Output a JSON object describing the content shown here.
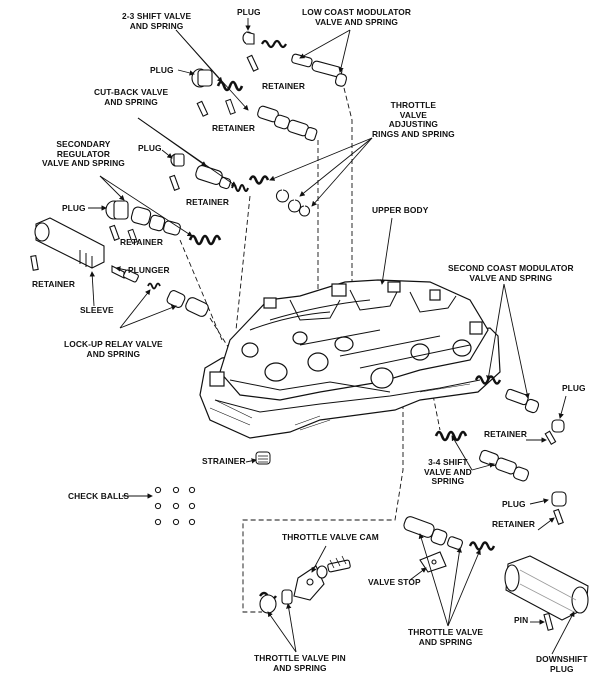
{
  "labels": {
    "shift_23": "2-3 SHIFT VALVE\nAND SPRING",
    "plug_top": "PLUG",
    "low_coast": "LOW COAST MODULATOR\nVALVE AND SPRING",
    "plug_left": "PLUG",
    "retainer_top": "RETAINER",
    "retainer_mid": "RETAINER",
    "cutback": "CUT-BACK VALVE\nAND SPRING",
    "throttle_adj": "THROTTLE\nVALVE\nADJUSTING\nRINGS AND SPRING",
    "secondary": "SECONDARY\nREGULATOR\nVALVE AND SPRING",
    "plug_cut": "PLUG",
    "retainer_cut": "RETAINER",
    "upper_body": "UPPER BODY",
    "plug_sec": "PLUG",
    "retainer_sec": "RETAINER",
    "plunger": "PLUNGER",
    "retainer_far": "RETAINER",
    "sleeve": "SLEEVE",
    "lockup": "LOCK-UP RELAY VALVE\nAND SPRING",
    "second_coast": "SECOND COAST MODULATOR\nVALVE AND SPRING",
    "plug_right": "PLUG",
    "retainer_right": "RETAINER",
    "shift_34": "3-4 SHIFT\nVALVE AND\nSPRING",
    "plug_34": "PLUG",
    "retainer_34": "RETAINER",
    "strainer": "STRAINER",
    "check_balls": "CHECK BALLS",
    "tv_cam": "THROTTLE VALVE CAM",
    "valve_stop": "VALVE STOP",
    "pin": "PIN",
    "downshift": "DOWNSHIFT\nPLUG",
    "throttle_valve": "THROTTLE VALVE\nAND SPRING",
    "tv_pin": "THROTTLE VALVE PIN\nAND SPRING"
  },
  "colors": {
    "ink": "#111111",
    "paper": "#ffffff",
    "shade": "#9a9a9a"
  }
}
